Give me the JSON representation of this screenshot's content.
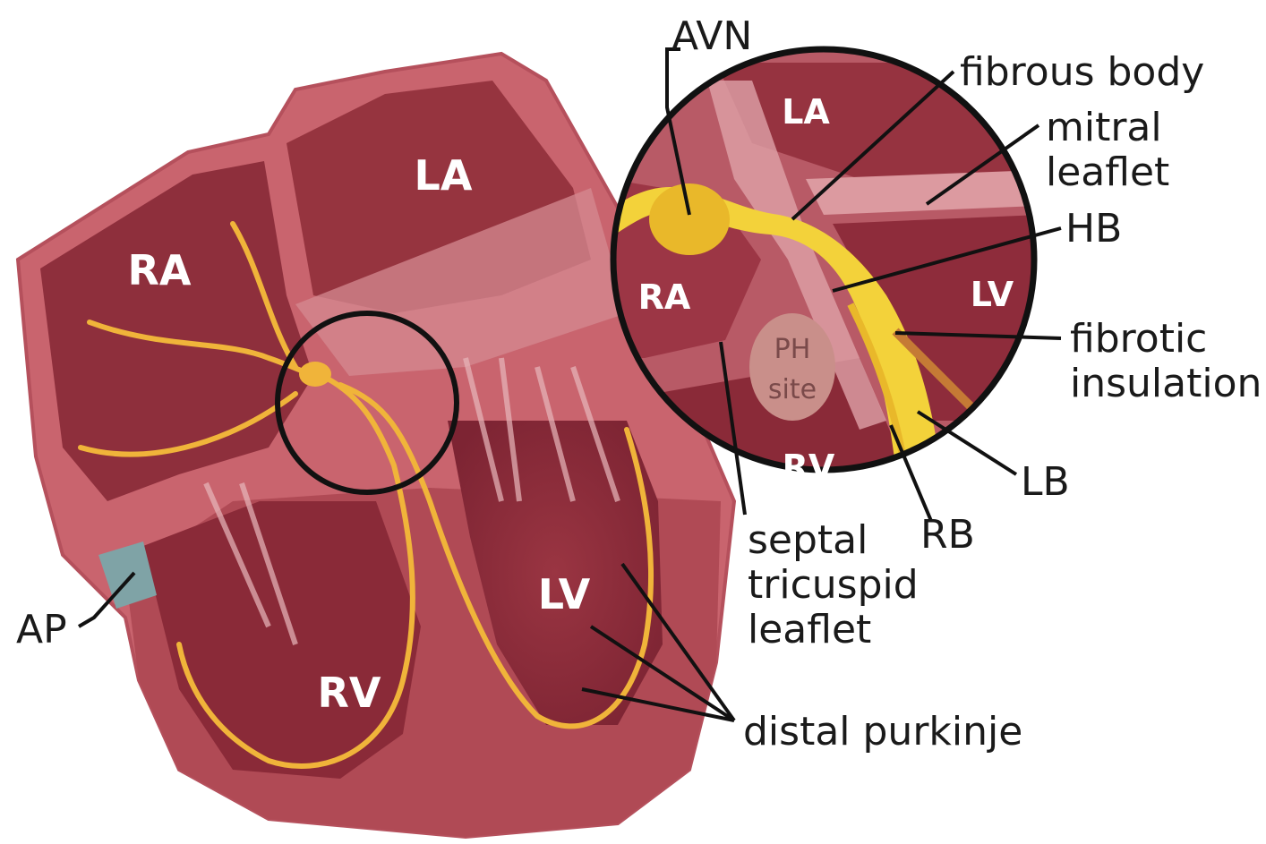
{
  "heart_labels": {
    "ra": "RA",
    "la": "LA",
    "rv": "RV",
    "lv": "LV"
  },
  "inset_labels": {
    "la": "LA",
    "ra": "RA",
    "lv": "LV",
    "rv": "RV",
    "ph_line1": "PH",
    "ph_line2": "site"
  },
  "callouts": {
    "avn": "AVN",
    "fibrous_body": "fibrous body",
    "mitral_line1": "mitral",
    "mitral_line2": "leaflet",
    "hb": "HB",
    "fibrotic_line1": "fibrotic",
    "fibrotic_line2": "insulation",
    "lb": "LB",
    "rb": "RB",
    "septal_line1": "septal",
    "septal_line2": "tricuspid",
    "septal_line3": "leaflet",
    "ap": "AP",
    "distal_purkinje": "distal purkinje"
  },
  "colors": {
    "myocardium": "#a8444f",
    "chamber_dark": "#8e2f3c",
    "wall_light": "#d98a92",
    "conduction": "#f0b43a",
    "conduction_inset": "#f3d23a",
    "ap_tissue": "#7fa3a6",
    "ink": "#111111"
  }
}
